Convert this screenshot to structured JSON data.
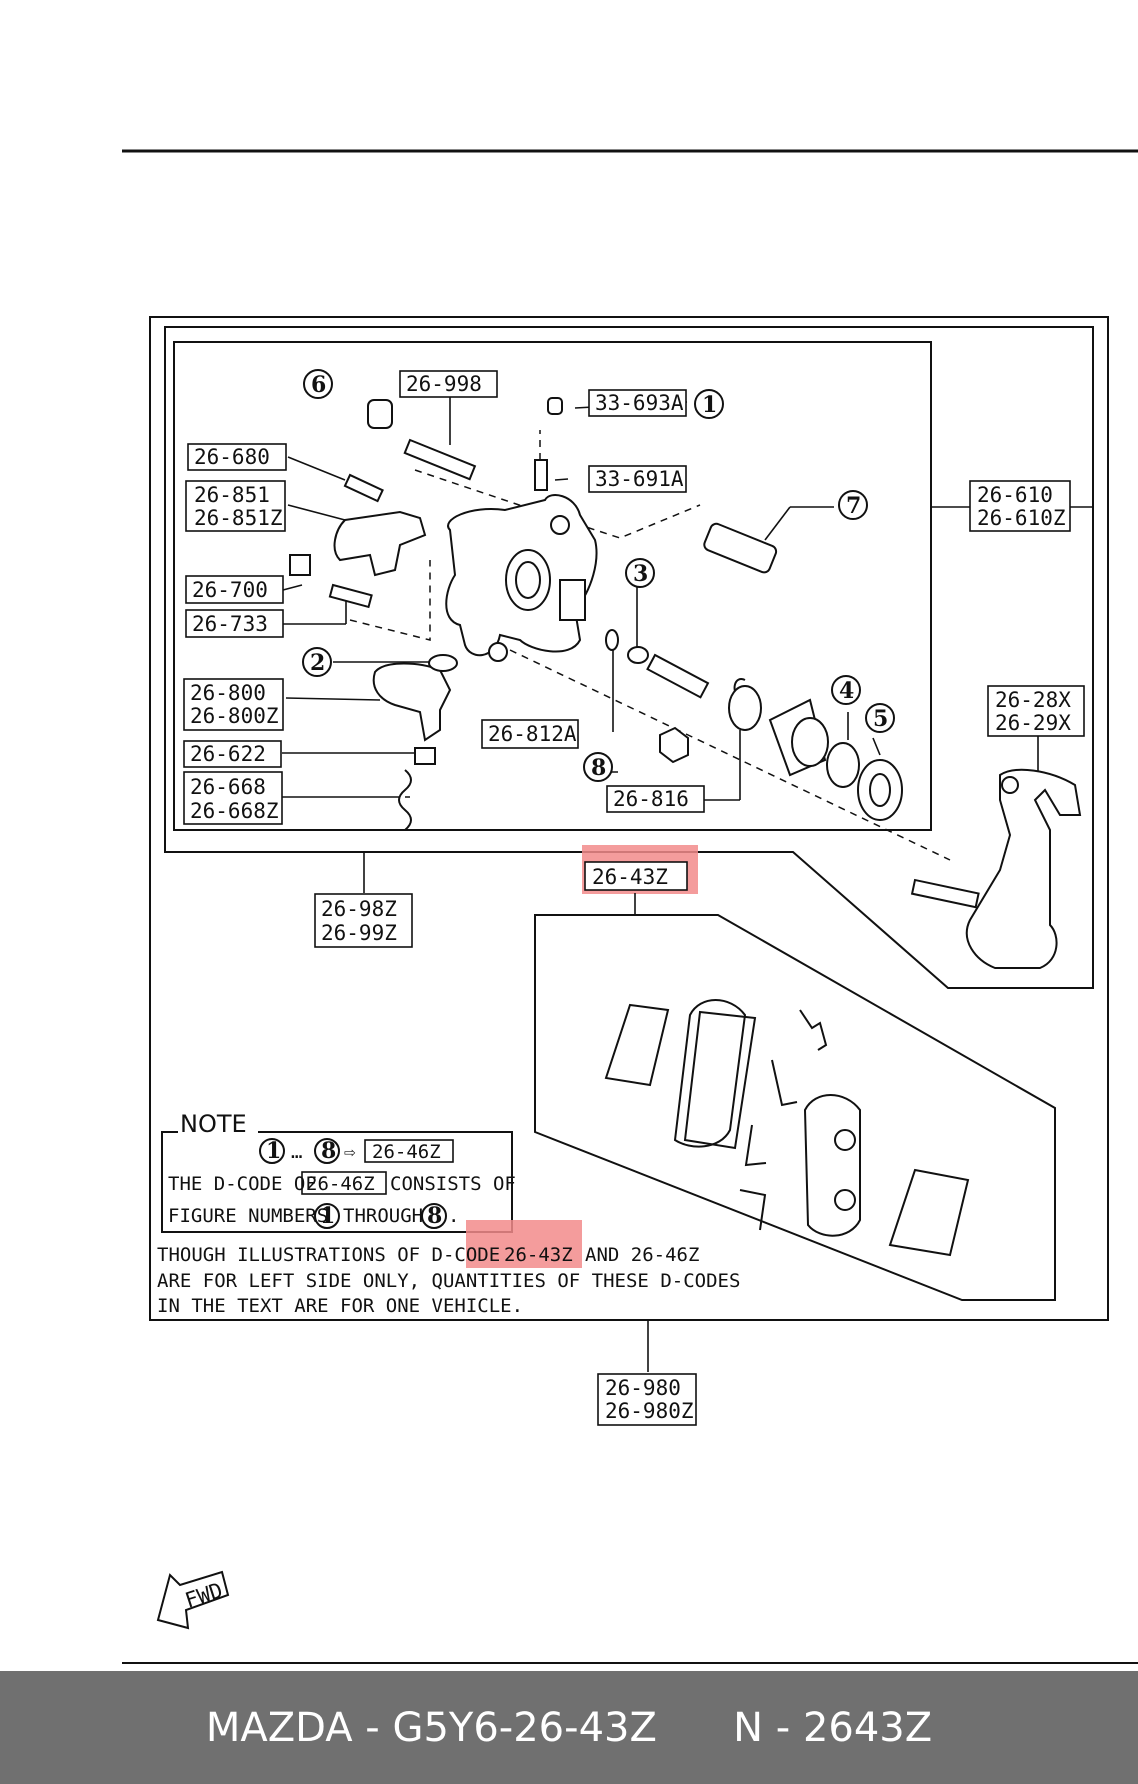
{
  "labels": {
    "p26_998": "26-998",
    "p33_693a": "33-693A",
    "p26_680": "26-680",
    "p33_691a": "33-691A",
    "p26_851": "26-851",
    "p26_851z": "26-851Z",
    "p26_610": "26-610",
    "p26_610z": "26-610Z",
    "p26_700": "26-700",
    "p26_733": "26-733",
    "p26_800": "26-800",
    "p26_800z": "26-800Z",
    "p26_28x": "26-28X",
    "p26_29x": "26-29X",
    "p26_812a": "26-812A",
    "p26_622": "26-622",
    "p26_668": "26-668",
    "p26_668z": "26-668Z",
    "p26_816": "26-816",
    "p26_43z": "26-43Z",
    "p26_98z": "26-98Z",
    "p26_99z": "26-99Z",
    "p26_980": "26-980",
    "p26_980z": "26-980Z"
  },
  "figure_numbers": [
    "1",
    "2",
    "3",
    "4",
    "5",
    "6",
    "7",
    "8"
  ],
  "note": {
    "title": "NOTE",
    "line1_dots": "…",
    "line1_arrow": "⇨",
    "line1_code": "26-46Z",
    "line2_a": "THE D-CODE OF",
    "line2_code": "26-46Z",
    "line2_b": "CONSISTS OF",
    "line3_a": "FIGURE NUMBERS",
    "line3_b": "THROUGH",
    "line3_c": ".",
    "text1_a": "THOUGH ILLUSTRATIONS OF D-CODE",
    "text1_code": "26-43Z",
    "text1_b": "AND 26-46Z",
    "text2": "ARE FOR LEFT SIDE ONLY, QUANTITIES OF THESE D-CODES",
    "text3": "IN THE TEXT ARE FOR ONE VEHICLE."
  },
  "fwd_label": "FWD",
  "footer": {
    "brand": "MAZDA",
    "part_number": "G5Y6-26-43Z",
    "ref": "N - 2643Z"
  },
  "colors": {
    "highlight": "#f28b8b",
    "footer_bg": "#707070",
    "footer_text": "#ffffff"
  }
}
